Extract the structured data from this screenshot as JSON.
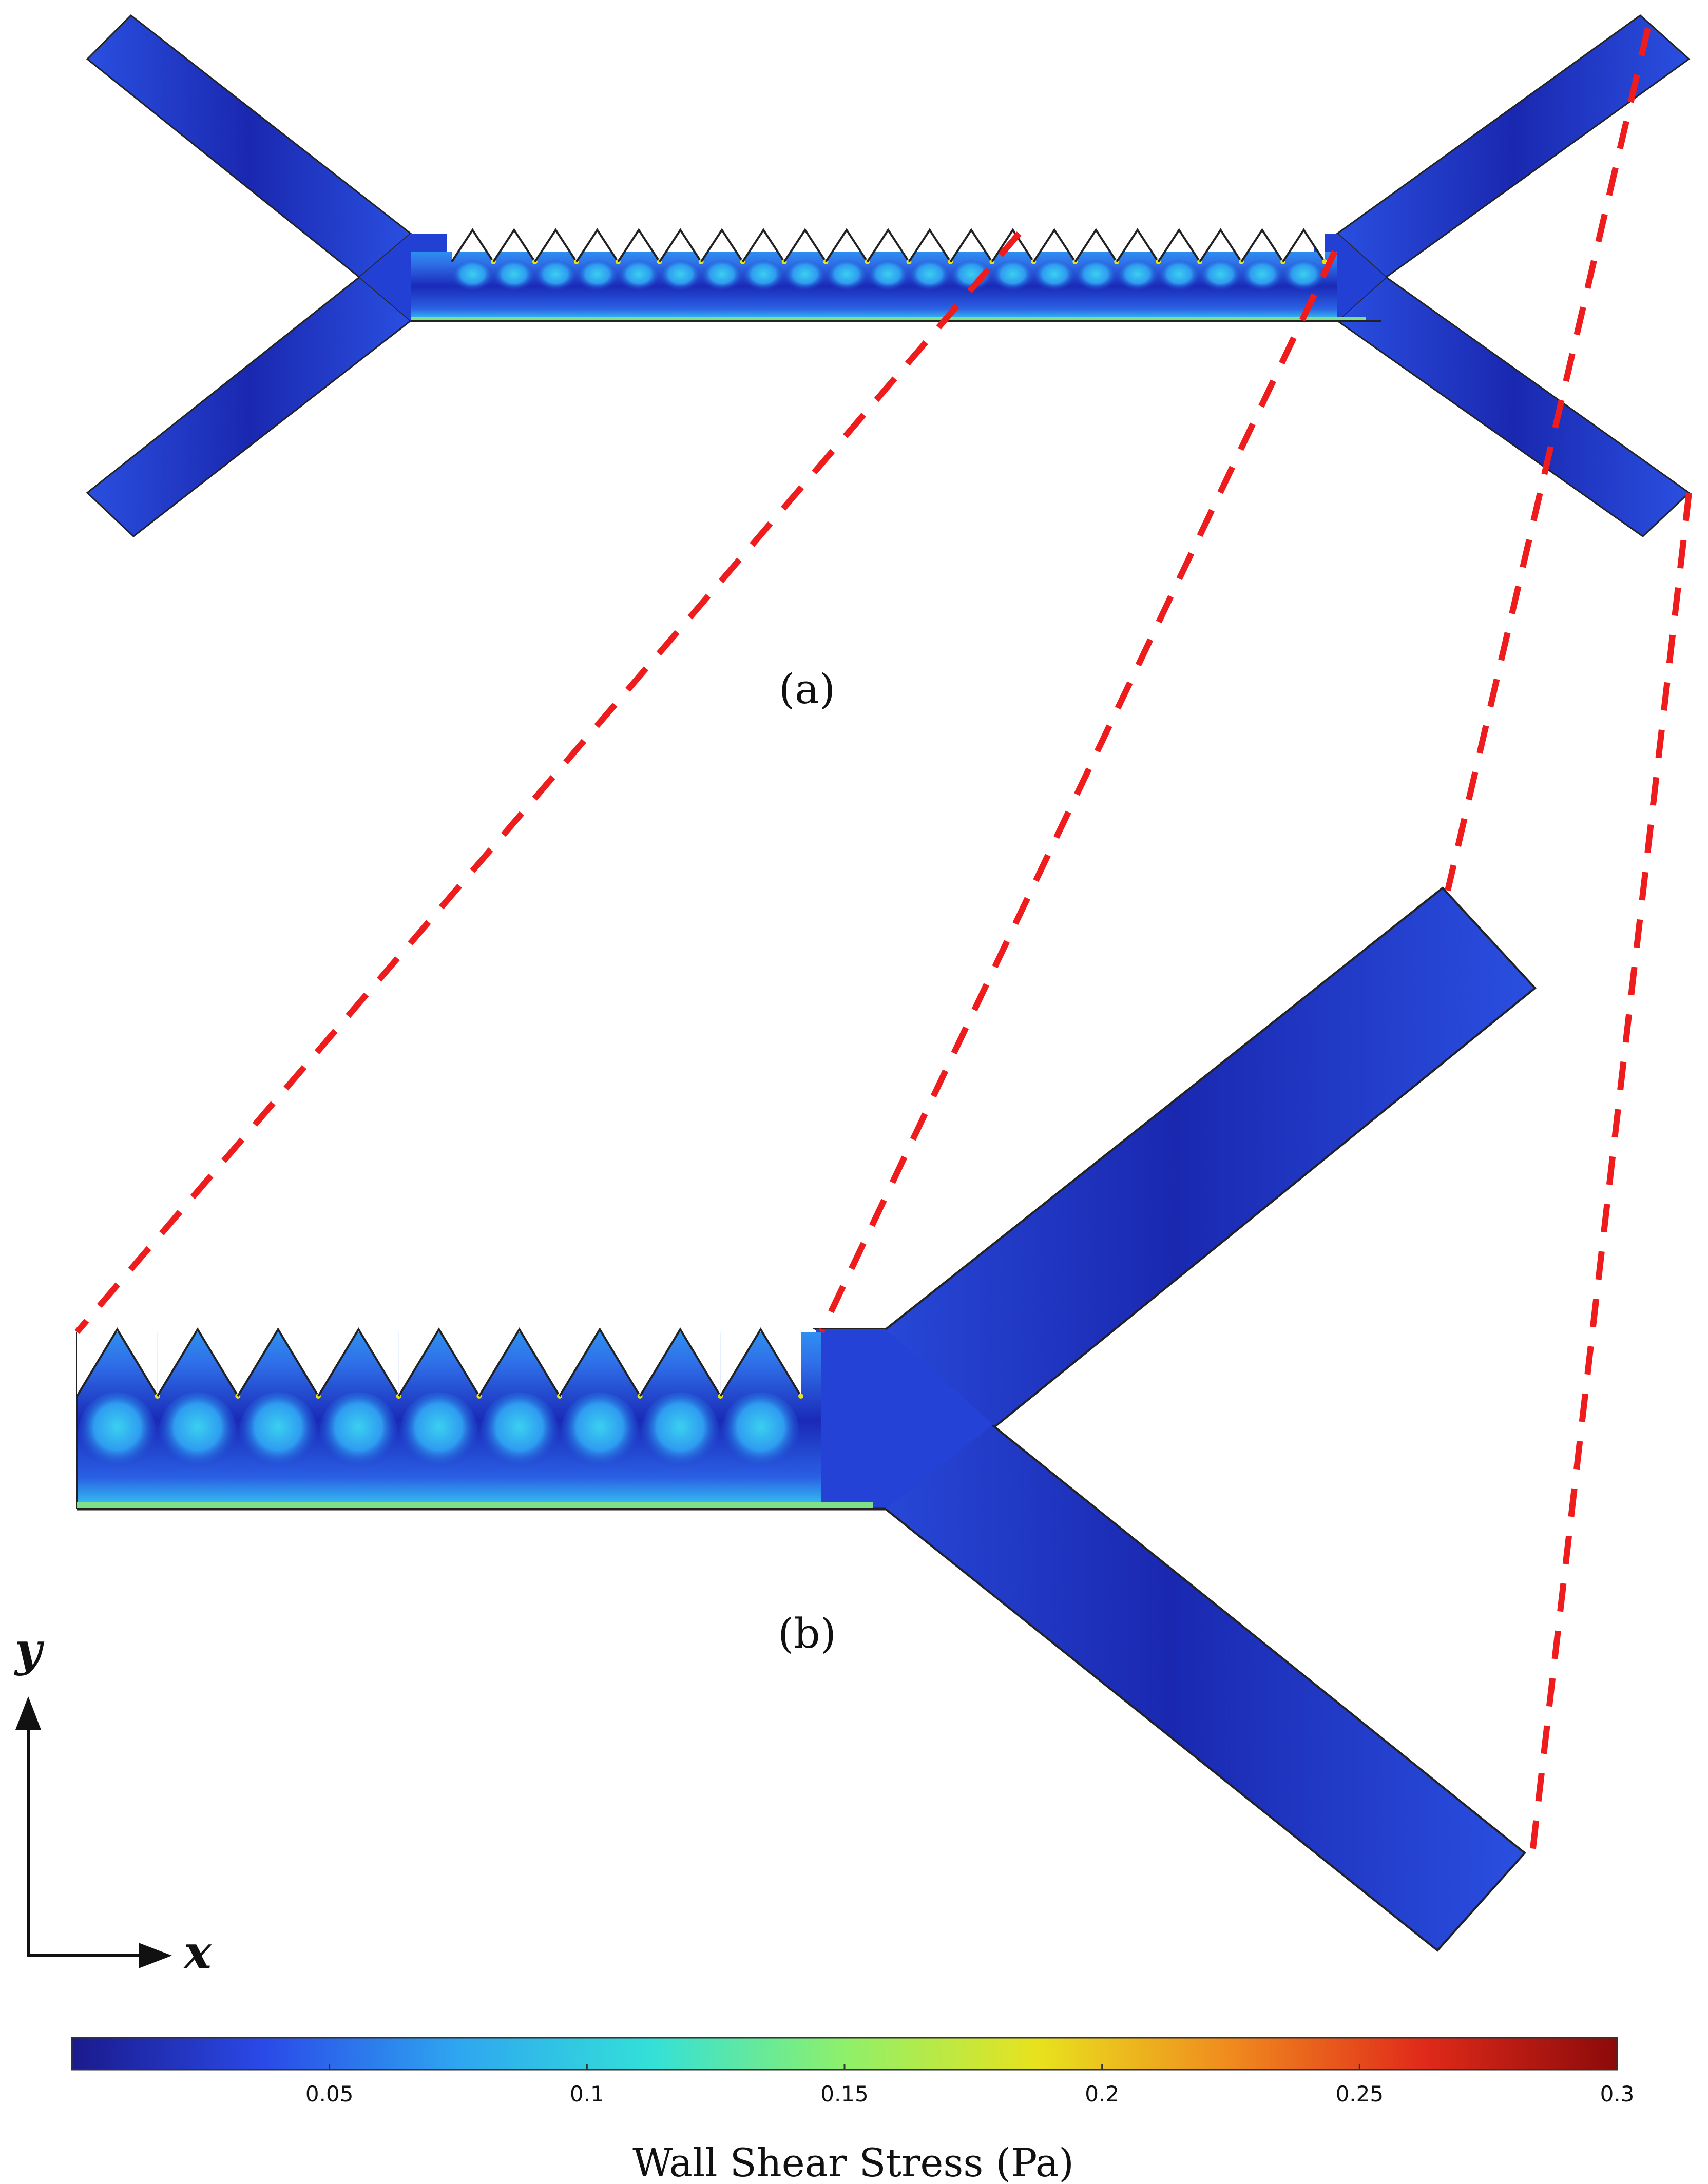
{
  "panels": {
    "a": {
      "label": "(a)"
    },
    "b": {
      "label": "(b)"
    }
  },
  "axes": {
    "y_label": "y",
    "x_label": "x"
  },
  "colorbar": {
    "title": "Wall Shear Stress (Pa)",
    "min": 0,
    "max": 0.3,
    "ticks": [
      {
        "value": 0.05,
        "label": "0.05"
      },
      {
        "value": 0.1,
        "label": "0.1"
      },
      {
        "value": 0.15,
        "label": "0.15"
      },
      {
        "value": 0.2,
        "label": "0.2"
      },
      {
        "value": 0.25,
        "label": "0.25"
      },
      {
        "value": 0.3,
        "label": "0.3"
      }
    ],
    "colormap": [
      "#1a1a8c",
      "#2a4ae8",
      "#2ea6f0",
      "#33e0d8",
      "#8ef06a",
      "#e8e21e",
      "#f08a1e",
      "#e02a1a",
      "#8c0a0a"
    ]
  },
  "colors": {
    "channel_low": "#1f2fc4",
    "channel_mid": "#2b6ff0",
    "channel_high": "#35c8ee",
    "wall_hot": "#7fe08a",
    "zoom_lines": "#ee1c1c"
  }
}
